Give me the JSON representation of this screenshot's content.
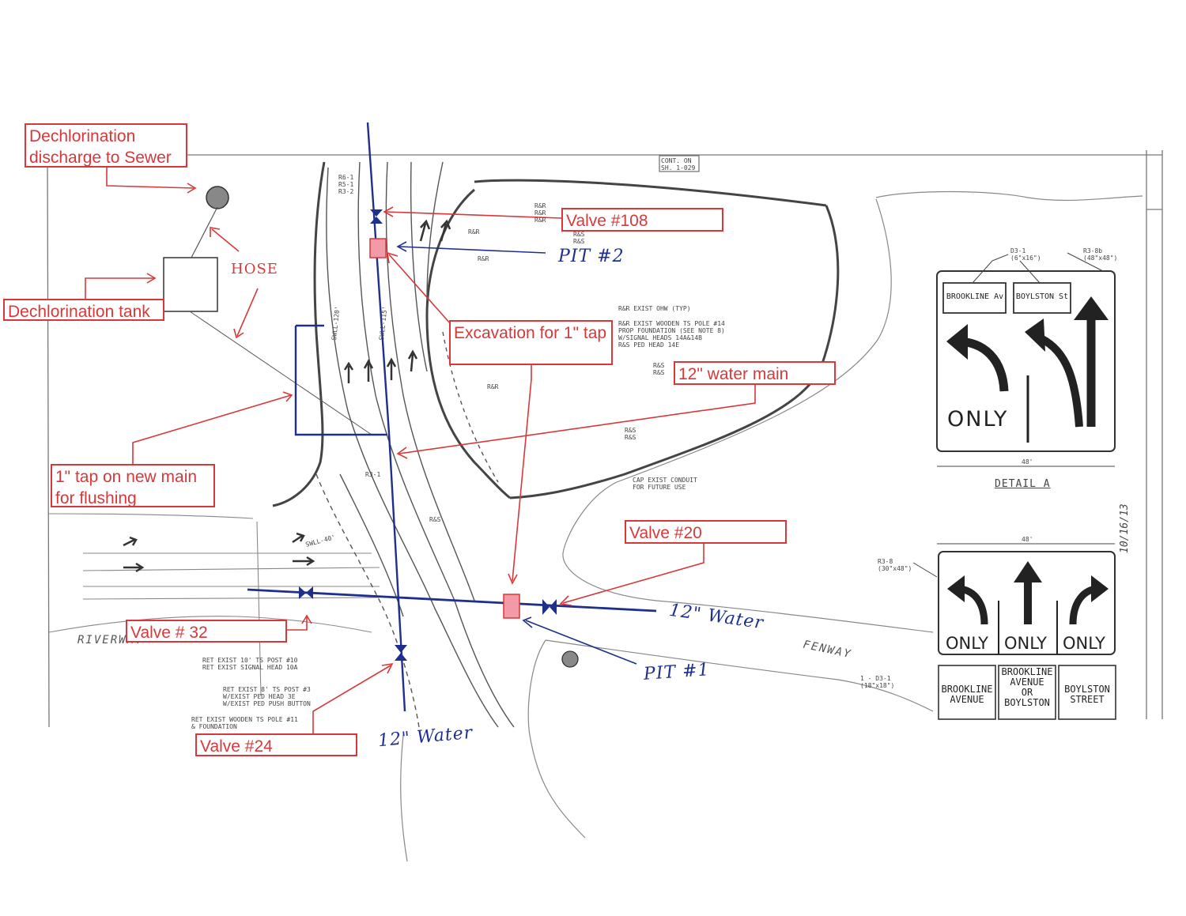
{
  "annotations": {
    "dechlor_discharge": "Dechlorination discharge to Sewer",
    "dechlor_tank": "Dechlorination tank",
    "hose": "HOSE",
    "valve_108": "Valve #108",
    "pit_2": "PIT #2",
    "excavation": "Excavation for 1\" tap",
    "water_main_12": "12\" water main",
    "tap_flushing": "1\" tap on new main for flushing",
    "valve_20": "Valve #20",
    "valve_32": "Valve # 32",
    "water_12_east": "12\" Water",
    "pit_1": "PIT #1",
    "valve_24": "Valve #24",
    "water_12_south": "12\" Water"
  },
  "plan_text": {
    "cont_on": "CONT. ON\nSH. 1-029",
    "signs_left": "R6-1\nR5-1\nR3-2",
    "rr_labels": "R&R\nR&R\nR&R",
    "rr2": "R&R",
    "rs_labels": "R&S\nR&S",
    "rr3": "R&R",
    "exist_ohw": "R&R EXIST OHW (TYP)",
    "pole_note": "R&R EXIST WOODEN TS POLE #14\nPROP FOUNDATION (SEE NOTE 8)\nW/SIGNAL HEADS 14A&14B\nR&S PED HEAD 14E",
    "rs3": "R&S\nR&S",
    "rr4": "R&R",
    "rs4": "R&S\nR&S",
    "cap_conduit": "CAP EXIST CONDUIT\nFOR FUTURE USE",
    "rs5": "R&S",
    "ret_post10": "RET EXIST 10' TS POST #10\nRET EXIST SIGNAL HEAD 10A",
    "ret_post3": "RET EXIST 8' TS POST #3\nW/EXIST PED HEAD 3E\nW/EXIST PED PUSH BUTTON",
    "ret_pole11": "RET EXIST WOODEN TS POLE #11\n& FOUNDATION",
    "riverway": "RIVERWAY",
    "fenway": "FENWAY",
    "r3_1": "R3-1",
    "swll_120": "SWLL-120'",
    "swll_115": "SWLL-115'",
    "swll_40": "SWLL-40'",
    "date": "10/16/13"
  },
  "detail_a": {
    "d3_label": "D3-1\n(6\"x16\")",
    "r3_label": "R3-8b\n(48\"x48\")",
    "sign1": "BROOKLINE Av",
    "sign2": "BOYLSTON St",
    "only": "ONLY",
    "title": "DETAIL A",
    "dim": "48'"
  },
  "detail_b": {
    "r3_label": "R3-8\n(30\"x48\")",
    "only1": "ONLY",
    "only2": "ONLY",
    "only3": "ONLY",
    "dim": "48'",
    "d3_label": "1 - D3-1\n(18\"x18\")",
    "street1": "BROOKLINE\nAVENUE",
    "street2": "BROOKLINE\nAVENUE\nOR\nBOYLSTON",
    "street3": "BOYLSTON\nSTREET"
  },
  "colors": {
    "annotation_red": "#d9383a",
    "pipe_blue": "#1f2f8c",
    "plan_gray": "#555555",
    "pit_fill": "#f29aa8"
  }
}
